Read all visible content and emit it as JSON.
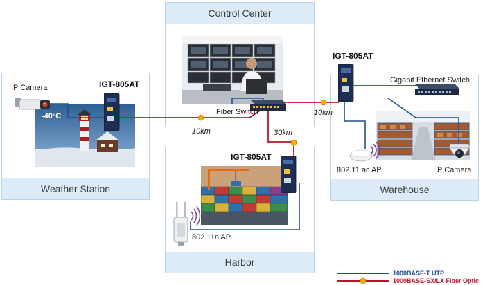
{
  "zones": {
    "control_center": "Control Center",
    "weather_station": "Weather Station",
    "harbor": "Harbor",
    "warehouse": "Warehouse"
  },
  "devices": {
    "igt_weather": "IGT-805AT",
    "igt_warehouse": "IGT-805AT",
    "igt_harbor": "IGT-805AT",
    "ip_camera_weather": "IP Camera",
    "temperature": "-40°C",
    "fiber_switch": "Fiber Switch",
    "gigabit_switch": "Gigabit Ethernet Switch",
    "ac_ap": "802.11 ac AP",
    "ip_camera_warehouse": "IP Camera",
    "n_ap": "802.11n AP"
  },
  "distances": {
    "weather_link": "10km",
    "warehouse_link": "10km",
    "harbor_link": "30km"
  },
  "legend": {
    "utp": "1000BASE-T UTP",
    "fiber": "1000BASE-SX/LX Fiber Optic"
  },
  "colors": {
    "utp": "#1f4e9a",
    "fiber": "#c0142b",
    "connector": "#f5b400",
    "zone_band": "#dcebf7"
  }
}
